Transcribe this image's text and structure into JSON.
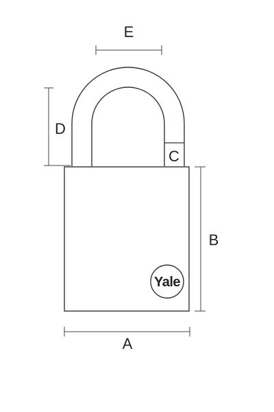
{
  "labels": {
    "e": "E",
    "d": "D",
    "c": "C",
    "b": "B",
    "a": "A"
  },
  "brand_logo": "Yale",
  "colors": {
    "line": "#333333",
    "dim": "#444444",
    "text": "#222222",
    "background": "#ffffff"
  }
}
